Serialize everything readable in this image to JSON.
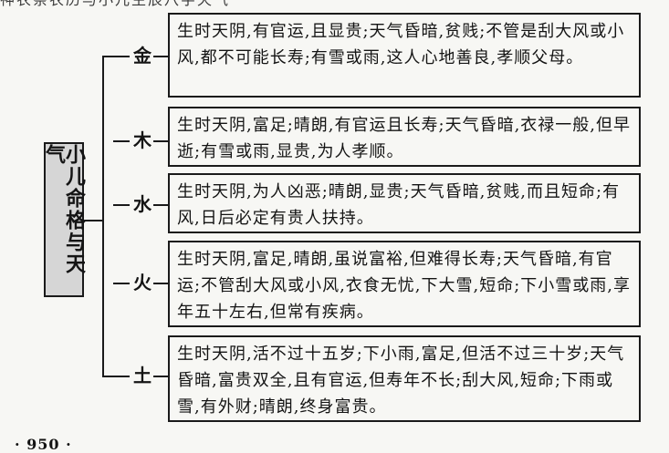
{
  "header_fragment": "神农祭农历与小儿生辰八字天气",
  "root_label": "小儿命格与天气",
  "branches": [
    {
      "element": "金",
      "text": "生时天阴,有官运,且显贵;天气昏暗,贫贱;不管是刮大风或小风,都不可能长寿;有雪或雨,这人心地善良,孝顺父母。"
    },
    {
      "element": "木",
      "text": "生时天阴,富足;晴朗,有官运且长寿;天气昏暗,衣禄一般,但早逝;有雪或雨,显贵,为人孝顺。"
    },
    {
      "element": "水",
      "text": "生时天阴,为人凶恶;晴朗,显贵;天气昏暗,贫贱,而且短命;有风,日后必定有贵人扶持。"
    },
    {
      "element": "火",
      "text": "生时天阴,富足,晴朗,虽说富裕,但难得长寿;天气昏暗,有官运;不管刮大风或小风,衣食无忧,下大雪,短命;下小雪或雨,享年五十左右,但常有疾病。"
    },
    {
      "element": "土",
      "text": "生时天阴,活不过十五岁;下小雨,富足,但活不过三十岁;天气昏暗,富贵双全,且有官运,但寿年不长;刮大风,短命;下雨或雪,有外财;晴朗,终身富贵。"
    }
  ],
  "page_number": "· 950 ·"
}
